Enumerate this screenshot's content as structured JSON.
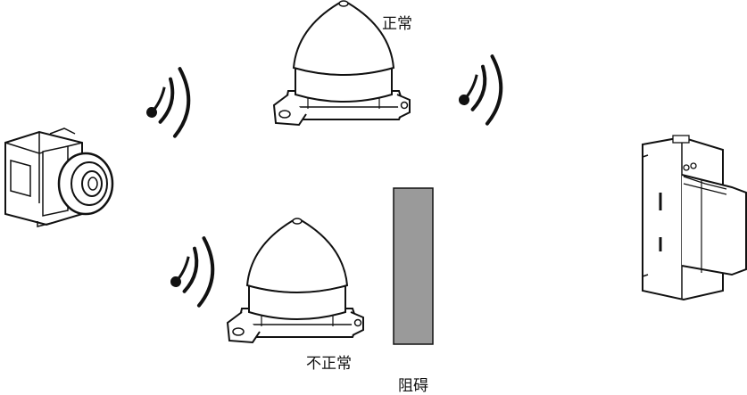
{
  "labels": {
    "normal": "正常",
    "abnormal": "不正常",
    "obstacle": "阻碍"
  },
  "icons": {
    "transmitter": "push-button-transmitter-icon",
    "repeater": "wireless-repeater-icon",
    "receiver": "din-rail-receiver-icon",
    "signal": "wireless-signal-icon",
    "obstacle": "obstacle-wall"
  },
  "colors": {
    "obstacle_fill": "#9a9a9a",
    "stroke": "#111111"
  }
}
